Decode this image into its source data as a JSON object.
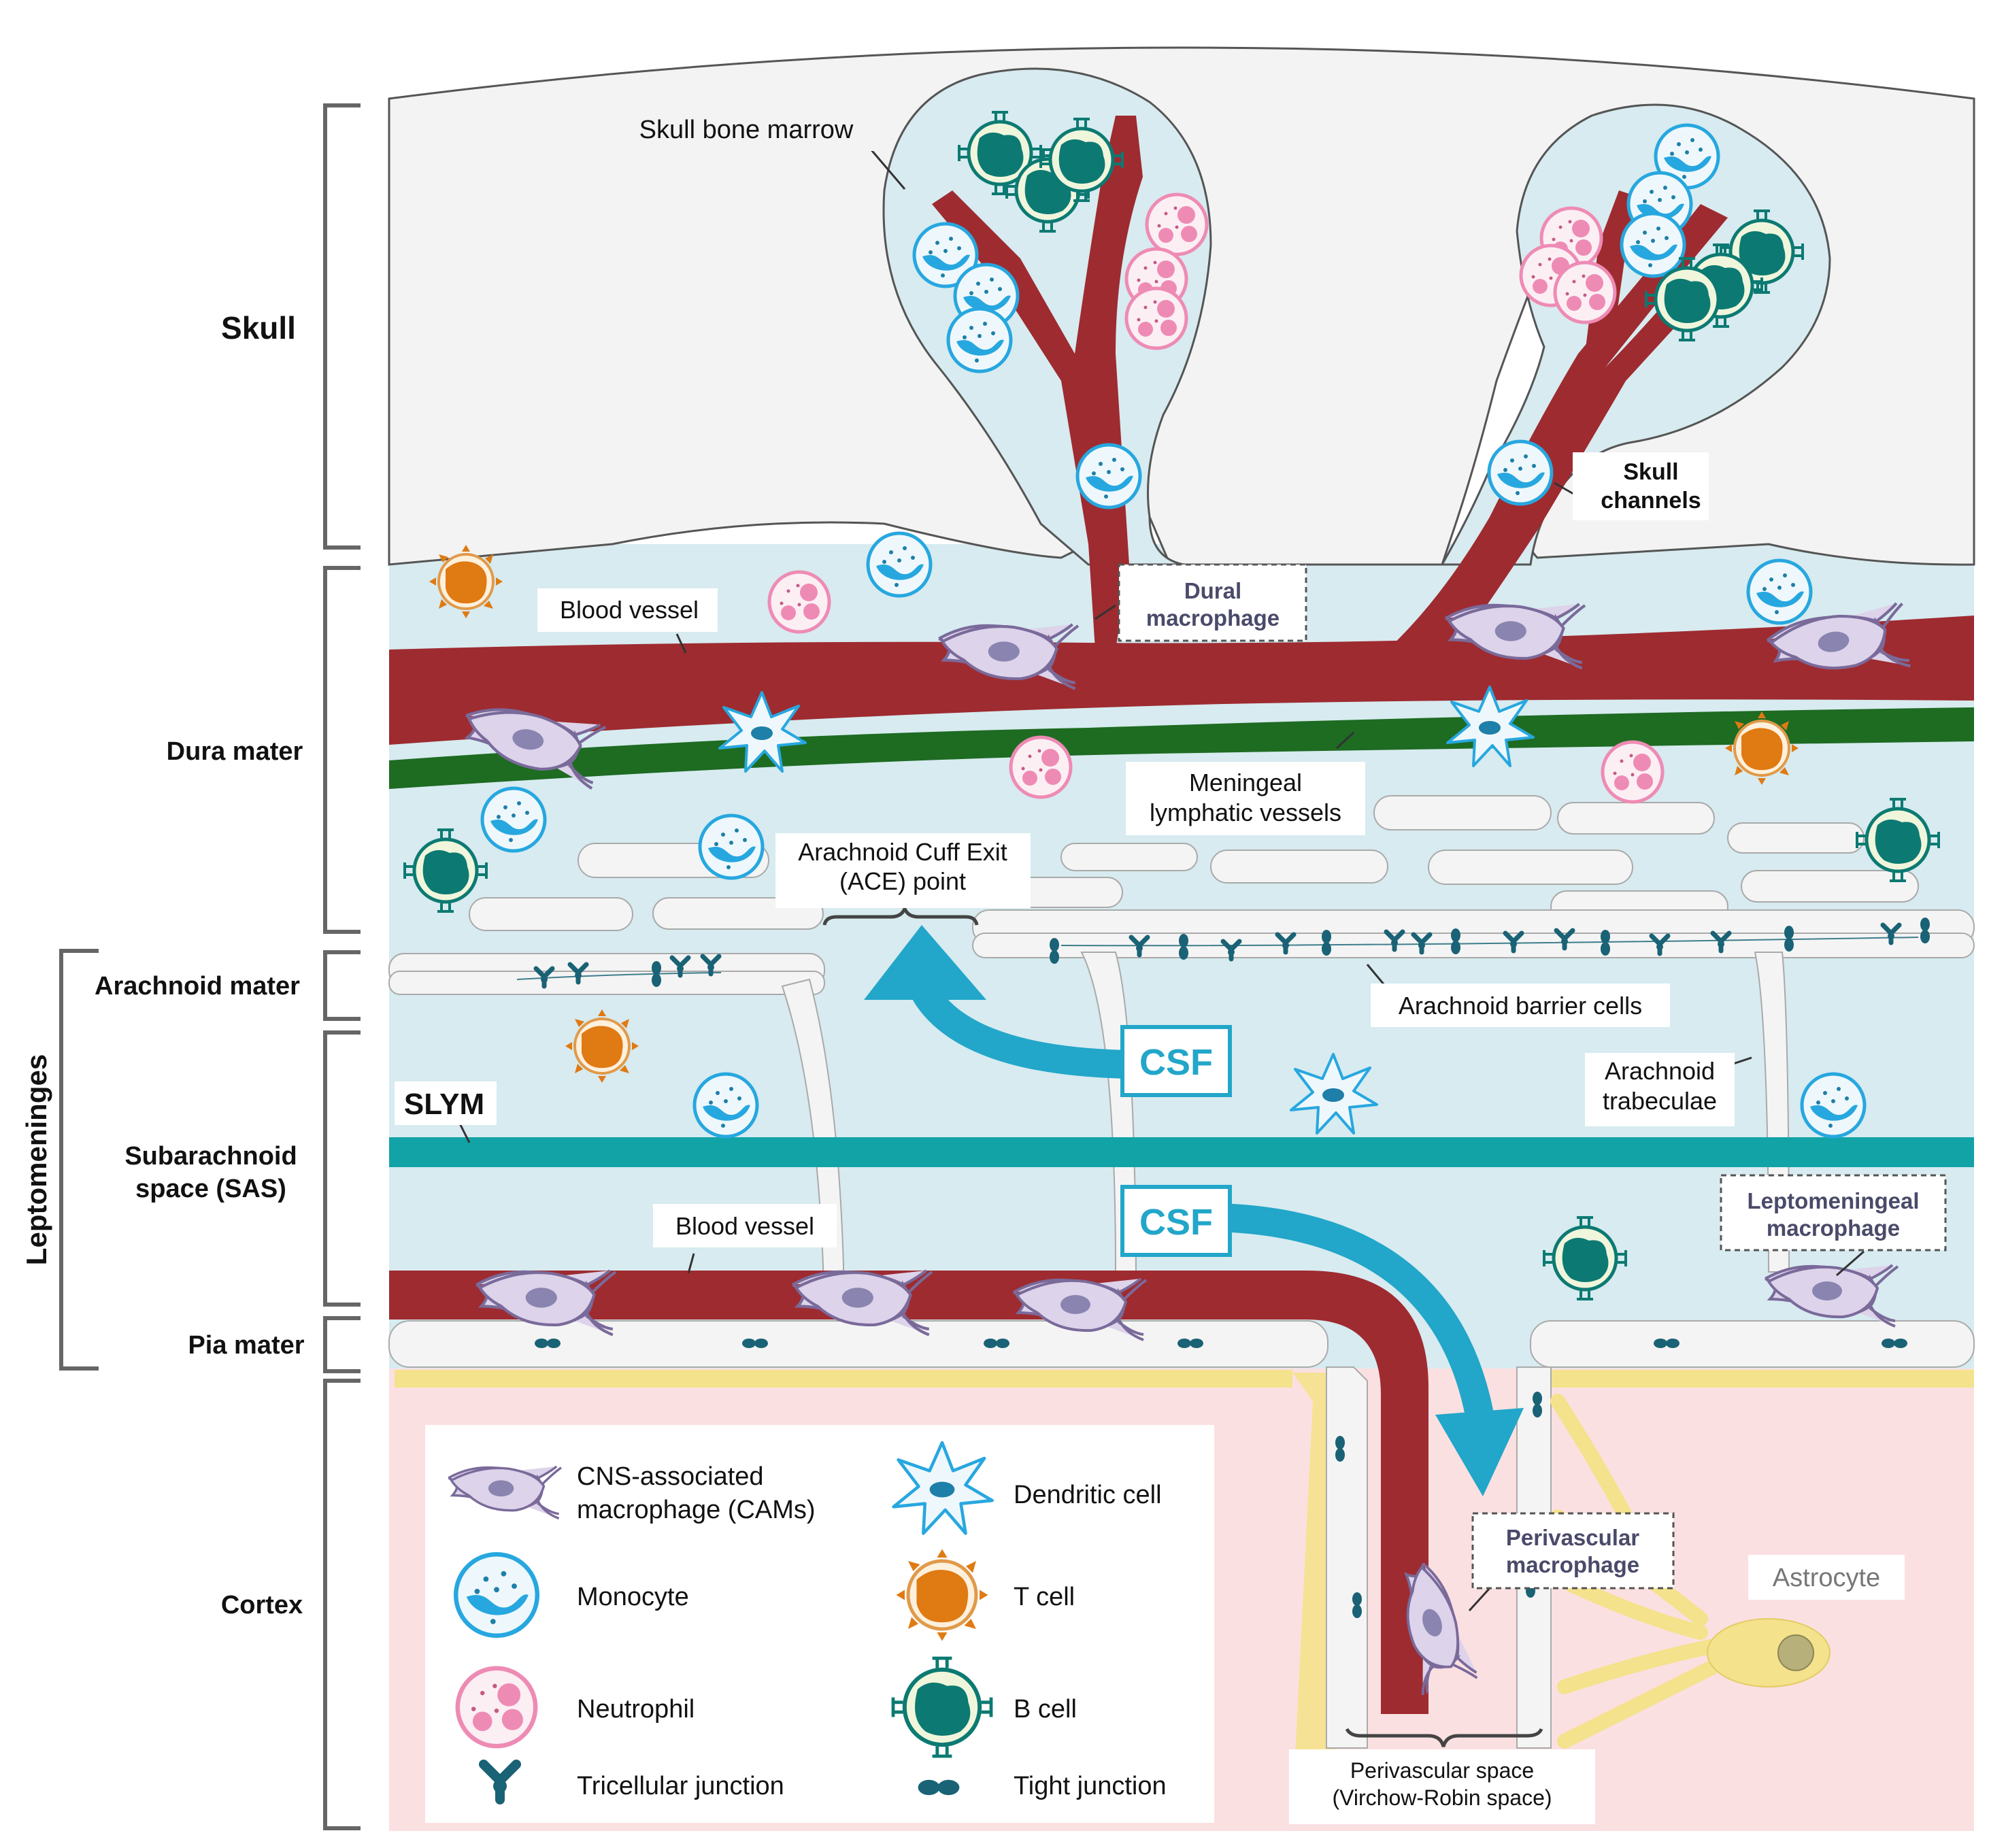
{
  "layers": {
    "skull": "Skull",
    "dura": "Dura mater",
    "arachnoid": "Arachnoid mater",
    "sas_line1": "Subarachnoid",
    "sas_line2": "space (SAS)",
    "pia": "Pia mater",
    "cortex": "Cortex",
    "leptomeninges": "Leptomeninges"
  },
  "labels": {
    "skull_bone_marrow": "Skull bone marrow",
    "skull_channels_1": "Skull",
    "skull_channels_2": "channels",
    "blood_vessel_dura": "Blood vessel",
    "dural_macrophage_1": "Dural",
    "dural_macrophage_2": "macrophage",
    "meningeal_lymph_1": "Meningeal",
    "meningeal_lymph_2": "lymphatic vessels",
    "ace_1": "Arachnoid Cuff Exit",
    "ace_2": "(ACE) point",
    "arachnoid_barrier": "Arachnoid barrier cells",
    "arachnoid_trab_1": "Arachnoid",
    "arachnoid_trab_2": "trabeculae",
    "slym": "SLYM",
    "csf_up": "CSF",
    "csf_down": "CSF",
    "blood_vessel_sas": "Blood vessel",
    "lepto_macrophage_1": "Leptomeningeal",
    "lepto_macrophage_2": "macrophage",
    "perivascular_macrophage_1": "Perivascular",
    "perivascular_macrophage_2": "macrophage",
    "astrocyte": "Astrocyte",
    "perivascular_space_1": "Perivascular space",
    "perivascular_space_2": "(Virchow-Robin space)"
  },
  "legend": {
    "cams_1": "CNS-associated",
    "cams_2": "macrophage (CAMs)",
    "dendritic": "Dendritic cell",
    "monocyte": "Monocyte",
    "tcell": "T cell",
    "neutrophil": "Neutrophil",
    "bcell": "B cell",
    "tricellular": "Tricellular junction",
    "tight": "Tight junction"
  },
  "colors": {
    "fluid": "#d7ebf0",
    "skull_bone": "#f3f3f3",
    "vessel": "#9e2b30",
    "lymphatic": "#1e6b22",
    "slym": "#12a3a7",
    "csf": "#22a6c9",
    "cortex": "#fbe0e1",
    "macrophage": "#ddd3ea",
    "monocyte": "#27a7df",
    "neutrophil": "#ee8bb4",
    "tcell": "#e07a12",
    "bcell": "#0c7a72",
    "astrocyte": "#f4e28c",
    "junction": "#1a6275"
  }
}
